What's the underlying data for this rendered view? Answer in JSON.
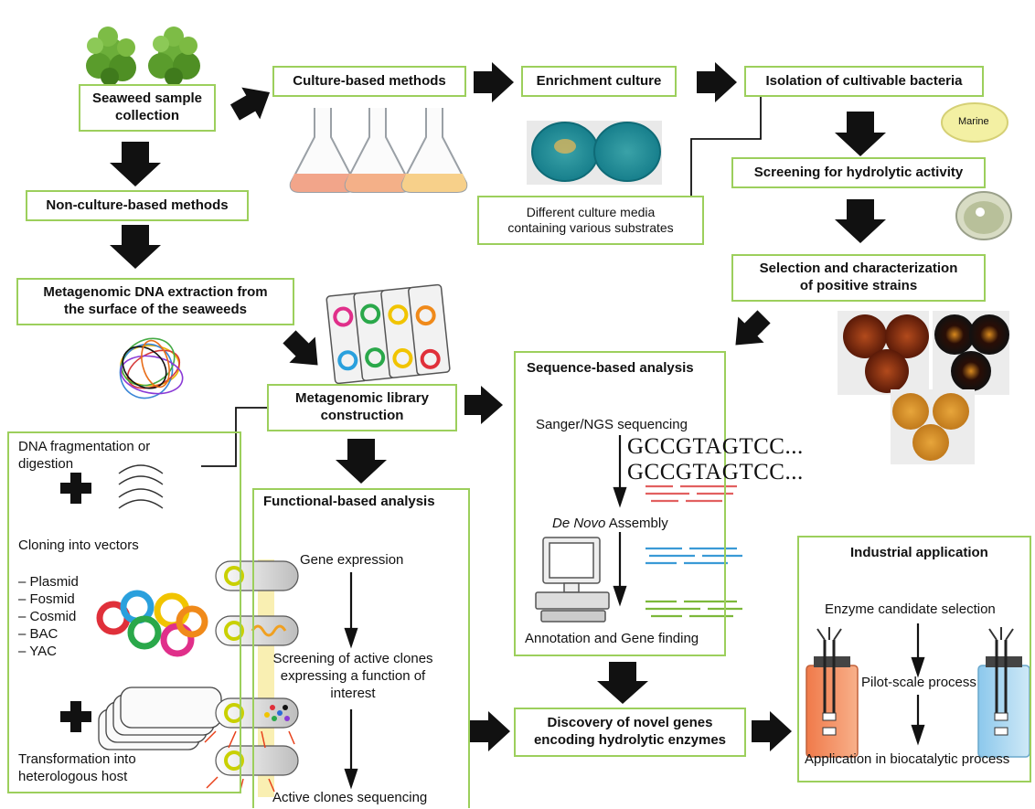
{
  "boxes": {
    "seaweed_collection": [
      "Seaweed sample",
      "collection"
    ],
    "culture_based": "Culture-based methods",
    "enrichment_culture": "Enrichment culture",
    "isolation": "Isolation of cultivable bacteria",
    "non_culture": "Non-culture-based methods",
    "culture_media": [
      "Different culture media",
      "containing various substrates"
    ],
    "screening_hydrolytic": "Screening for hydrolytic activity",
    "selection": [
      "Selection and characterization",
      "of positive strains"
    ],
    "metagenomic_dna": [
      "Metagenomic DNA extraction from",
      "the surface of the seaweeds"
    ],
    "library": [
      "Metagenomic library",
      "construction"
    ],
    "discovery": [
      "Discovery of novel genes",
      "encoding hydrolytic enzymes"
    ]
  },
  "left_panel": {
    "dna_fragmentation": [
      "DNA fragmentation or",
      "digestion"
    ],
    "cloning": "Cloning into vectors",
    "vectors": [
      "– Plasmid",
      "– Fosmid",
      "– Cosmid",
      "– BAC",
      "– YAC"
    ],
    "transformation": [
      "Transformation into",
      "heterologous host"
    ]
  },
  "functional_panel": {
    "title": "Functional-based analysis",
    "gene_expression": "Gene expression",
    "screening": [
      "Screening of active clones",
      "expressing a function of",
      "interest"
    ],
    "sequencing": "Active clones sequencing"
  },
  "sequence_panel": {
    "title": "Sequence-based analysis",
    "sanger": "Sanger/NGS sequencing",
    "seq_text": [
      "GCCGTAGTCC...",
      "GCCGTAGTCC..."
    ],
    "assembly_italic": "De Novo",
    "assembly_rest": " Assembly",
    "annotation": "Annotation and Gene finding"
  },
  "industrial_panel": {
    "title": "Industrial application",
    "candidate": "Enzyme candidate selection",
    "pilot": "Pilot-scale process",
    "application": "Application in biocatalytic process"
  },
  "marine_label": "Marine",
  "colors": {
    "box_border": "#9ccf5c",
    "arrow": "#111111",
    "flask_pink": "#f2a58a",
    "flask_orange": "#f4b088",
    "flask_yellow": "#f7d08a",
    "bioreactor_orange": "#f28a5c",
    "bioreactor_blue": "#9fd2ee"
  }
}
